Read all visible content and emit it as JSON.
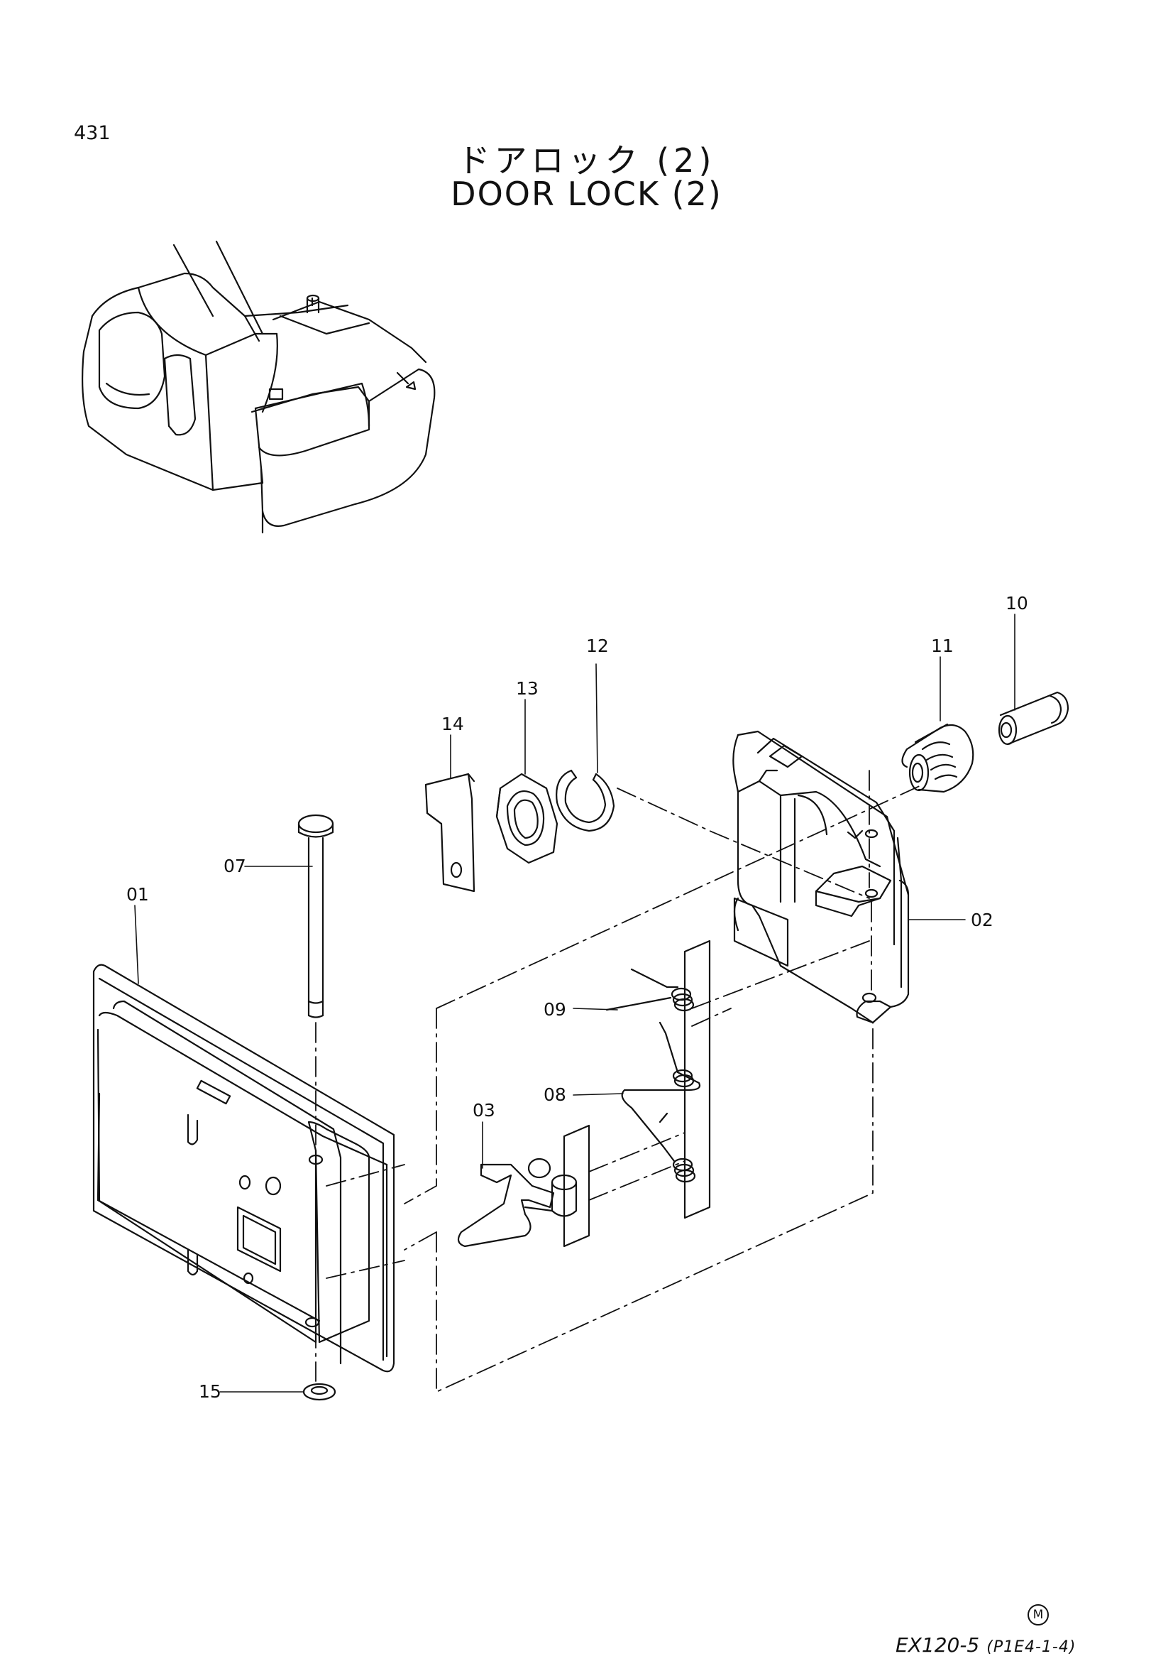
{
  "page_number": "431",
  "title_ja": "ドアロック (2)",
  "title_en": "DOOR LOCK (2)",
  "callouts": {
    "c01": "01",
    "c02": "02",
    "c03": "03",
    "c07": "07",
    "c08": "08",
    "c09": "09",
    "c10": "10",
    "c11": "11",
    "c12": "12",
    "c13": "13",
    "c14": "14",
    "c15": "15"
  },
  "footer": {
    "mark": "M",
    "model": "EX120-5",
    "code": "(P1E4-1-4)"
  },
  "icons": {
    "machine": "excavator-cab-icon",
    "lock_body": "lock-body-icon",
    "bracket": "lock-bracket-icon"
  }
}
